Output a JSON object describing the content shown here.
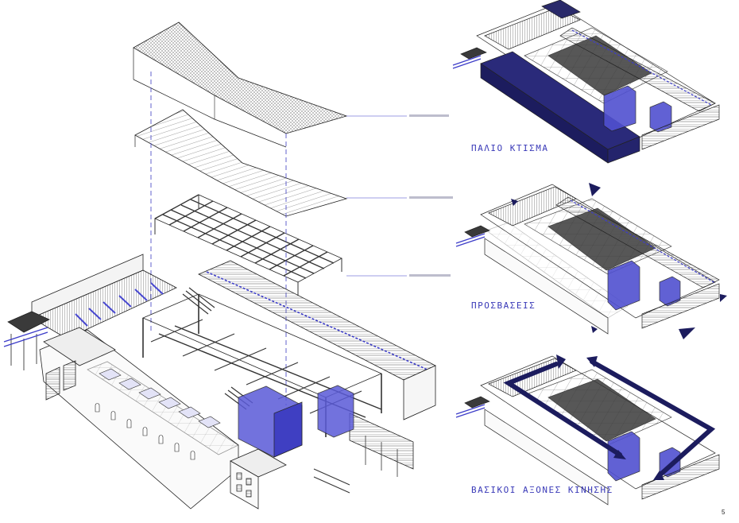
{
  "captions": {
    "old_building": "ΠΑΛΙΟ ΚΤΙΣΜΑ",
    "access": "ΠΡΟΣΒΑΣΕΙΣ",
    "main_axes": "ΒΑΣΙΚΟΙ ΑΞΟΝΕΣ ΚΙΝΗΣΗΣ"
  },
  "page_number": "5",
  "colors": {
    "accent_blue": "#3c3cc8",
    "navy": "#1c1c5e",
    "line": "#2a2a2a",
    "roof_dark": "#3a3a3a"
  },
  "icons": [
    "access-arrow-icon",
    "movement-axis-arrow-icon"
  ]
}
